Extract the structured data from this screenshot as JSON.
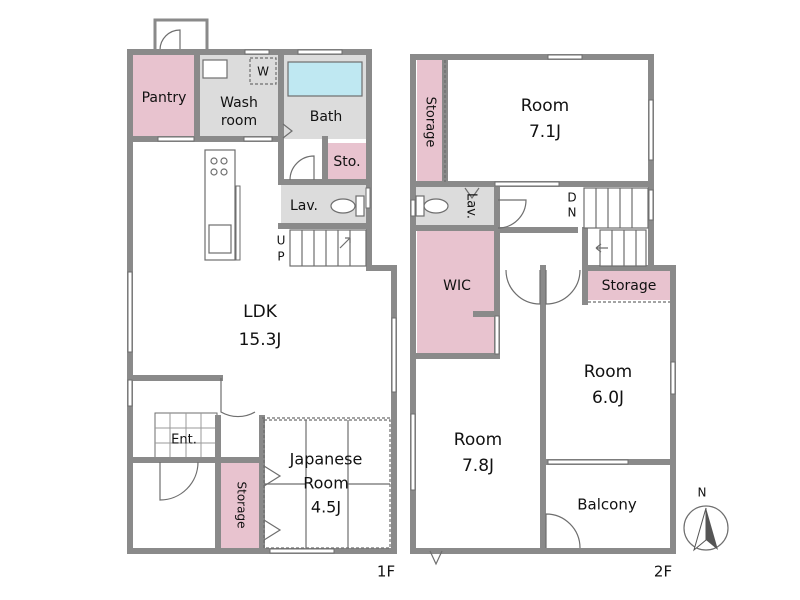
{
  "colors": {
    "wall": "#8a8a8a",
    "storage": "#e8c3cf",
    "wet": "#dcdcdc",
    "tub": "#bfe8f2",
    "line": "#6e6e6e"
  },
  "floor1": {
    "label": "1F",
    "rooms": {
      "pantry": "Pantry",
      "wash_line1": "Wash",
      "wash_line2": "room",
      "washer": "W",
      "bath": "Bath",
      "sto": "Sto.",
      "lav": "Lav.",
      "stairs_u": "U",
      "stairs_p": "P",
      "ldk_name": "LDK",
      "ldk_size": "15.3J",
      "ent": "Ent.",
      "jap_line1": "Japanese",
      "jap_line2": "Room",
      "jap_size": "4.5J",
      "storage": "Storage"
    }
  },
  "floor2": {
    "label": "2F",
    "rooms": {
      "storage_top": "Storage",
      "room1_name": "Room",
      "room1_size": "7.1J",
      "lav": "Lav.",
      "stairs_d": "D",
      "stairs_n": "N",
      "wic": "WIC",
      "storage_right": "Storage",
      "room2_name": "Room",
      "room2_size": "6.0J",
      "room3_name": "Room",
      "room3_size": "7.8J",
      "balcony": "Balcony"
    }
  },
  "compass": {
    "label": "N",
    "icon": "north-arrow-icon"
  }
}
